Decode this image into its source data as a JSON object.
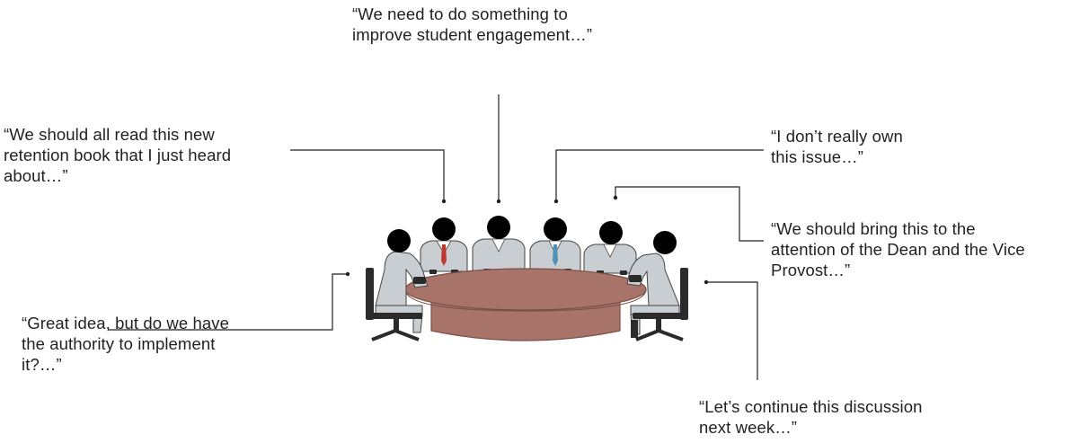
{
  "quotes": {
    "top": "“We need to do something to\n improve student engagement…”",
    "left": "“We should all read this new\n retention book that I just heard\n about…”",
    "right_top": "“I don’t really own\n this issue…”",
    "right": "“We should bring this to the\n attention of the Dean and the Vice\n Provost…”",
    "bottom_left": "“Great idea, but do we have\n the authority to implement\n it?…”",
    "bottom": "“Let’s continue this discussion\n next week…”"
  },
  "colors": {
    "suit": "#c9ced2",
    "table": "#a8746a",
    "table_edge": "#7a4f47",
    "head": "#000000",
    "chair": "#2b2b2b",
    "tie_red": "#c0392b",
    "tie_blue": "#4f93b8"
  }
}
